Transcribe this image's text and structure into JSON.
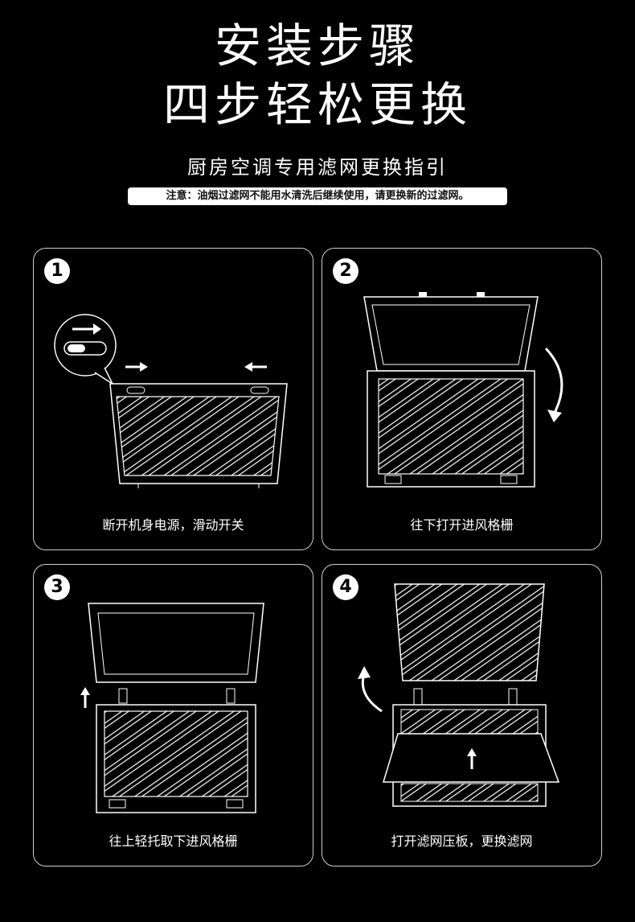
{
  "header": {
    "title_line1": "安装步骤",
    "title_line2": "四步轻松更换",
    "subtitle": "厨房空调专用滤网更换指引",
    "notice": "注意：油烟过滤网不能用水清洗后继续使用，请更换新的过滤网。"
  },
  "steps": [
    {
      "number": "1",
      "caption": "断开机身电源，滑动开关"
    },
    {
      "number": "2",
      "caption": "往下打开进风格栅"
    },
    {
      "number": "3",
      "caption": "往上轻托取下进风格栅"
    },
    {
      "number": "4",
      "caption": "打开滤网压板，更换滤网"
    }
  ]
}
